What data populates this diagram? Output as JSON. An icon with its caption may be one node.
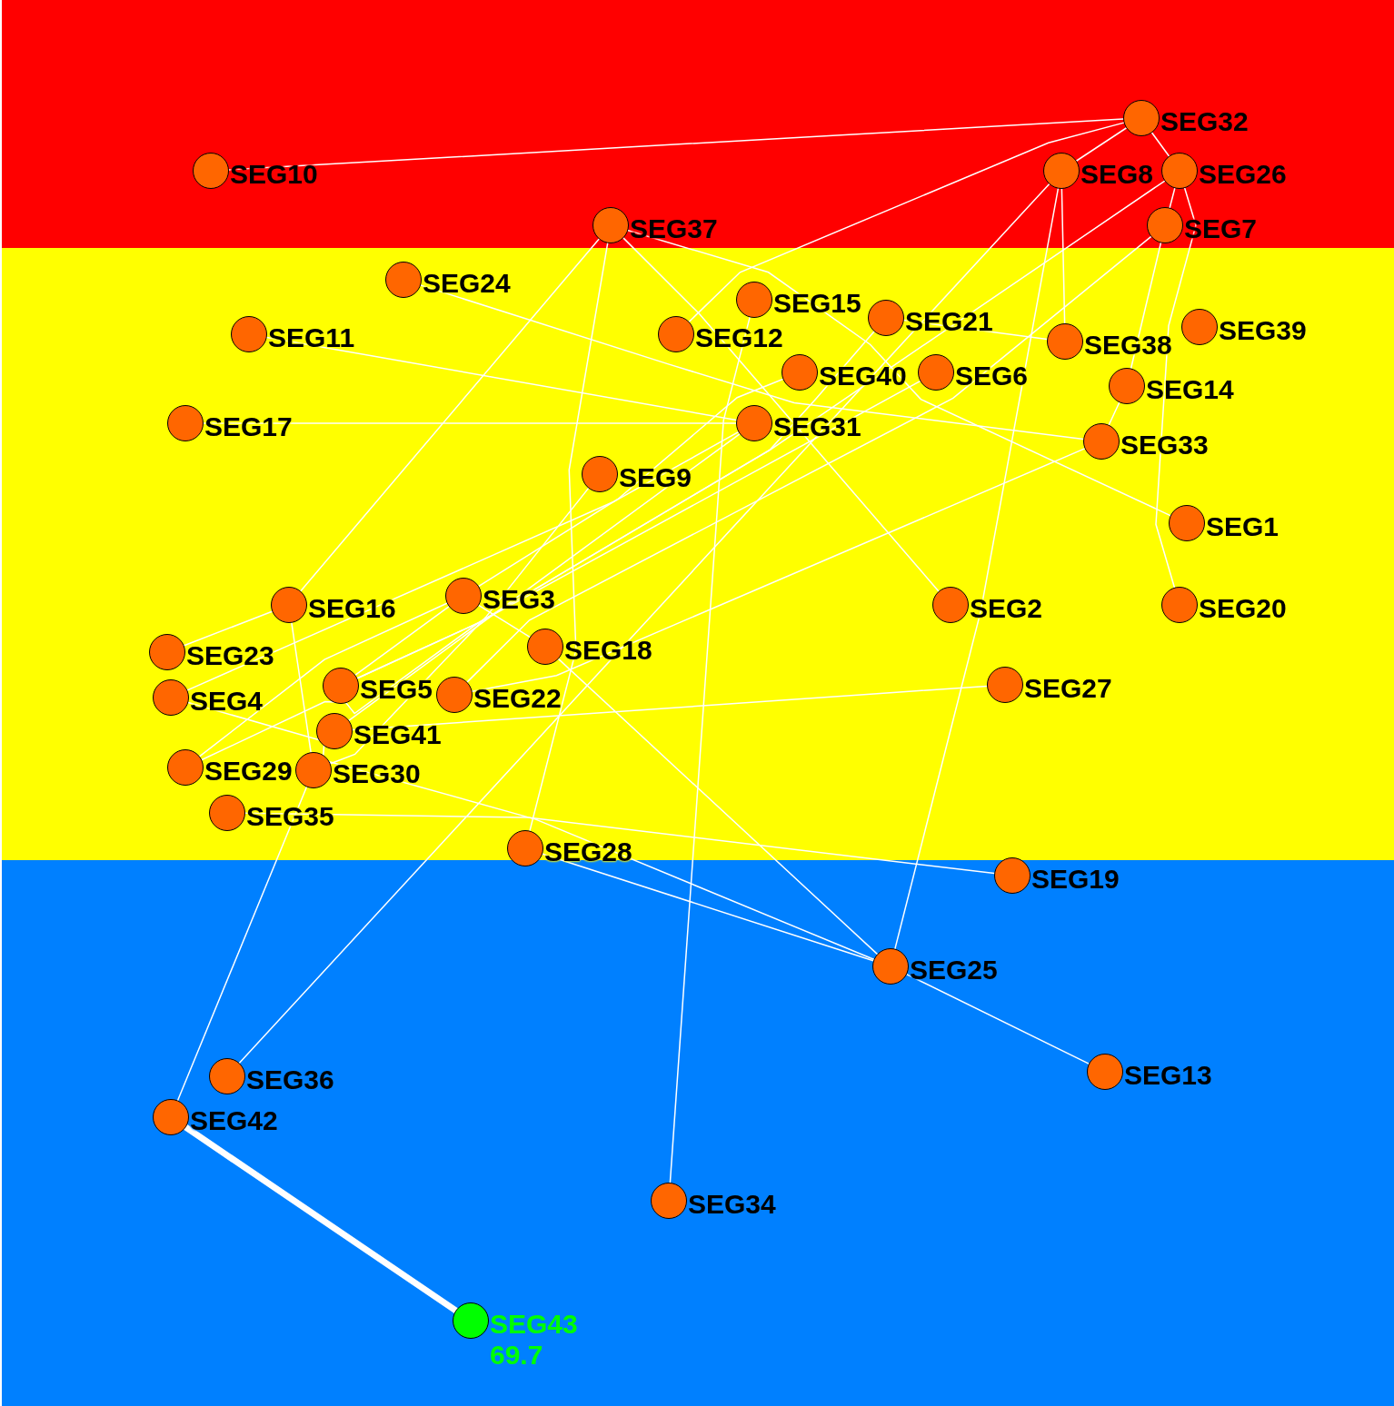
{
  "diagram": {
    "nodes": [
      {
        "text": [
          "SEG1"
        ]
      },
      {
        "text": [
          "SEG2"
        ]
      },
      {
        "text": [
          "SEG3"
        ]
      },
      {
        "text": [
          "SEG4"
        ]
      },
      {
        "text": [
          "SEG5"
        ]
      },
      {
        "text": [
          "SEG6"
        ]
      },
      {
        "text": [
          "SEG7"
        ]
      },
      {
        "text": [
          "SEG8"
        ]
      },
      {
        "text": [
          "SEG9"
        ]
      },
      {
        "text": [
          "SEG10"
        ]
      },
      {
        "text": [
          "SEG11"
        ]
      },
      {
        "text": [
          "SEG12"
        ]
      },
      {
        "text": [
          "SEG13"
        ]
      },
      {
        "text": [
          "SEG14"
        ]
      },
      {
        "text": [
          "SEG15"
        ]
      },
      {
        "text": [
          "SEG16"
        ]
      },
      {
        "text": [
          "SEG17"
        ]
      },
      {
        "text": [
          "SEG18"
        ]
      },
      {
        "text": [
          "SEG19"
        ]
      },
      {
        "text": [
          "SEG20"
        ]
      },
      {
        "text": [
          "SEG21"
        ]
      },
      {
        "text": [
          "SEG22"
        ]
      },
      {
        "text": [
          "SEG23"
        ]
      },
      {
        "text": [
          "SEG24"
        ]
      },
      {
        "text": [
          "SEG25"
        ]
      },
      {
        "text": [
          "SEG26"
        ]
      },
      {
        "text": [
          "SEG27"
        ]
      },
      {
        "text": [
          "SEG28"
        ]
      },
      {
        "text": [
          "SEG29"
        ]
      },
      {
        "text": [
          "SEG30"
        ]
      },
      {
        "text": [
          "SEG31"
        ]
      },
      {
        "text": [
          "SEG32"
        ]
      },
      {
        "text": [
          "SEG33"
        ]
      },
      {
        "text": [
          "SEG34"
        ]
      },
      {
        "text": [
          "SEG35"
        ]
      },
      {
        "text": [
          "SEG36"
        ]
      },
      {
        "text": [
          "SEG37"
        ]
      },
      {
        "text": [
          "SEG38"
        ]
      },
      {
        "text": [
          "SEG39"
        ]
      },
      {
        "text": [
          "SEG40"
        ]
      },
      {
        "text": [
          "SEG41"
        ]
      },
      {
        "text": [
          "SEG42"
        ]
      },
      {
        "text": [
          "SEG43",
          "69.7"
        ]
      }
    ],
    "edges": [
      {
        "from": 9,
        "to": 31,
        "arrow": "none"
      },
      {
        "from": 31,
        "to": 7,
        "arrow": "none"
      },
      {
        "from": 31,
        "to": 25,
        "arrow": "none"
      },
      {
        "from": 31,
        "to": 11,
        "arrow": "none"
      },
      {
        "from": 7,
        "to": 37,
        "arrow": "none"
      },
      {
        "from": 7,
        "to": 24,
        "arrow": "none"
      },
      {
        "from": 7,
        "to": 35,
        "arrow": "none"
      },
      {
        "from": 25,
        "to": 6,
        "arrow": "none"
      },
      {
        "from": 25,
        "to": 19,
        "arrow": "none"
      },
      {
        "from": 25,
        "to": 4,
        "arrow": "none"
      },
      {
        "from": 6,
        "to": 13,
        "arrow": "none"
      },
      {
        "from": 6,
        "to": 21,
        "arrow": "none"
      },
      {
        "from": 13,
        "to": 32,
        "arrow": "none"
      },
      {
        "from": 36,
        "to": 15,
        "arrow": "none"
      },
      {
        "from": 36,
        "to": 27,
        "arrow": "none"
      },
      {
        "from": 36,
        "to": 1,
        "arrow": "none"
      },
      {
        "from": 36,
        "to": 0,
        "arrow": "none"
      },
      {
        "from": 23,
        "to": 32,
        "arrow": "none"
      },
      {
        "from": 10,
        "to": 30,
        "arrow": "none"
      },
      {
        "from": 16,
        "to": 30,
        "arrow": "none"
      },
      {
        "from": 20,
        "to": 37,
        "arrow": "none"
      },
      {
        "from": 14,
        "to": 33,
        "arrow": "none"
      },
      {
        "from": 8,
        "to": 29,
        "arrow": "none"
      },
      {
        "from": 39,
        "to": 2,
        "arrow": "none"
      },
      {
        "from": 5,
        "to": 4,
        "arrow": "none"
      },
      {
        "from": 20,
        "to": 28,
        "arrow": "none"
      },
      {
        "from": 30,
        "to": 40,
        "arrow": "none"
      },
      {
        "from": 30,
        "to": 3,
        "arrow": "none"
      },
      {
        "from": 32,
        "to": 21,
        "arrow": "none"
      },
      {
        "from": 2,
        "to": 17,
        "arrow": "none"
      },
      {
        "from": 2,
        "to": 4,
        "arrow": "none"
      },
      {
        "from": 15,
        "to": 22,
        "arrow": "none"
      },
      {
        "from": 15,
        "to": 29,
        "arrow": "none"
      },
      {
        "from": 17,
        "to": 24,
        "arrow": "none"
      },
      {
        "from": 3,
        "to": 24,
        "arrow": "none"
      },
      {
        "from": 27,
        "to": 24,
        "arrow": "none"
      },
      {
        "from": 40,
        "to": 26,
        "arrow": "none"
      },
      {
        "from": 34,
        "to": 18,
        "arrow": "none"
      },
      {
        "from": 29,
        "to": 41,
        "arrow": "none"
      },
      {
        "from": 24,
        "to": 12,
        "arrow": "none"
      },
      {
        "from": 28,
        "to": 2,
        "arrow": "none"
      },
      {
        "from": 41,
        "to": 42,
        "arrow": "none",
        "style": "thick"
      }
    ]
  }
}
